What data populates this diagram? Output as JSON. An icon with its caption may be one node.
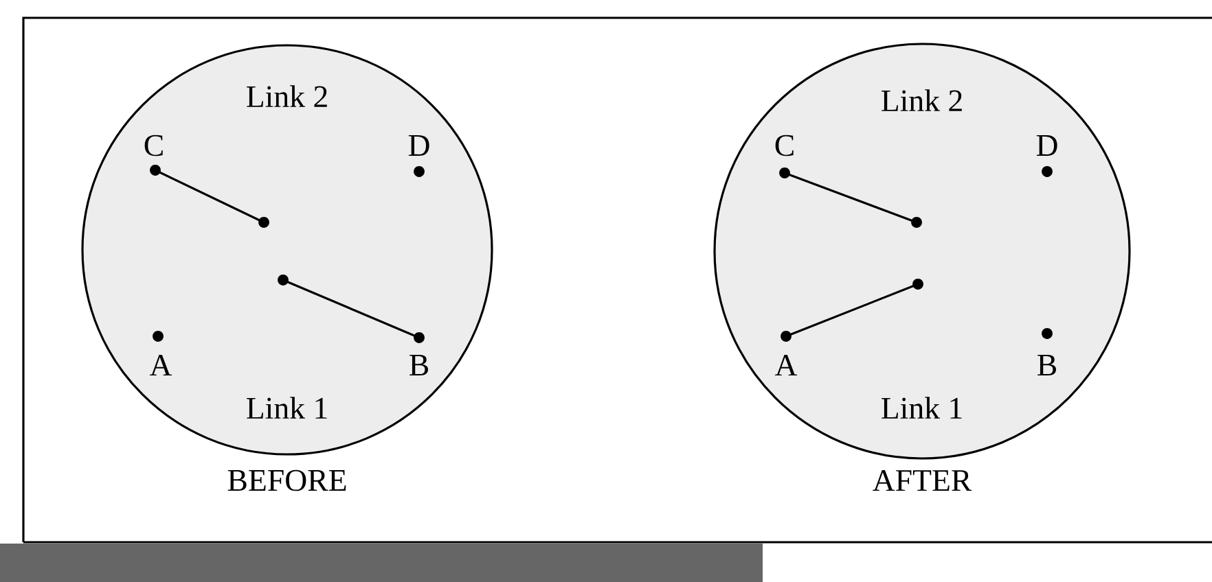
{
  "diagram": {
    "nodes": [
      {
        "text": [
          "Link 2",
          "Link 1"
        ],
        "beside": [
          "BEFORE"
        ]
      },
      {
        "text": [],
        "shape": "circle",
        "beside": [
          "C"
        ],
        "in": 0
      },
      {
        "text": [],
        "shape": "circle",
        "beside": [
          "D"
        ],
        "in": 0
      },
      {
        "text": [],
        "shape": "circle",
        "in": 0
      },
      {
        "text": [],
        "shape": "circle",
        "in": 0
      },
      {
        "text": [],
        "shape": "circle",
        "beside": [
          "A"
        ],
        "in": 0
      },
      {
        "text": [],
        "shape": "circle",
        "beside": [
          "B"
        ],
        "in": 0
      },
      {
        "text": [
          "Link 2",
          "Link 1"
        ],
        "beside": [
          "AFTER"
        ]
      },
      {
        "text": [],
        "shape": "circle",
        "beside": [
          "C"
        ],
        "in": 7
      },
      {
        "text": [],
        "shape": "circle",
        "beside": [
          "D"
        ],
        "in": 7
      },
      {
        "text": [],
        "shape": "circle",
        "in": 7
      },
      {
        "text": [],
        "shape": "circle",
        "in": 7
      },
      {
        "text": [],
        "shape": "circle",
        "beside": [
          "A"
        ],
        "in": 7
      },
      {
        "text": [],
        "shape": "circle",
        "beside": [
          "B"
        ],
        "in": 7
      },
      {
        "text": [],
        "shape": "bar"
      }
    ],
    "edges": [
      {
        "from": 1,
        "to": 3,
        "arrow": "none"
      },
      {
        "from": 4,
        "to": 6,
        "arrow": "none"
      },
      {
        "from": 8,
        "to": 10,
        "arrow": "none"
      },
      {
        "from": 11,
        "to": 12,
        "arrow": "none"
      }
    ]
  }
}
